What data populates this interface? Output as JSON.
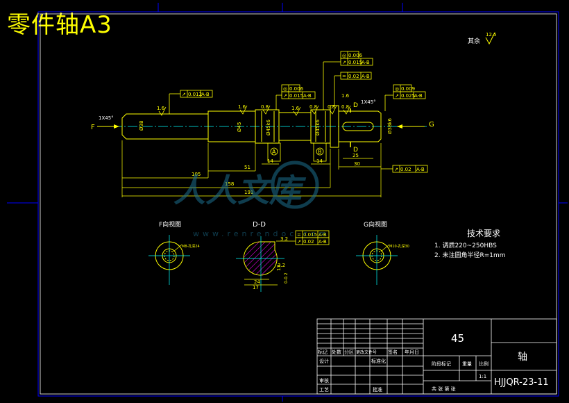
{
  "title": "零件轴A3",
  "rough_rest": {
    "label": "其余",
    "value": "12.5"
  },
  "views": {
    "f_view": "F向视图",
    "section_dd": "D-D",
    "g_view": "G向视图"
  },
  "markers": {
    "F": "F",
    "G": "G",
    "D": "D",
    "A": "A",
    "B": "B"
  },
  "chamfers": {
    "left": "1X45°",
    "right": "1X45°"
  },
  "roughness": [
    "1.6",
    "1.6",
    "0.8",
    "1.6",
    "0.8",
    "0.8",
    "1.6",
    "0.8",
    "3.2",
    "3.2"
  ],
  "tolerances": {
    "t1": {
      "sym": "↗",
      "val": "0.012",
      "ref": "A-B"
    },
    "t2": {
      "sym": "◎",
      "val": "0.006",
      "ref": ""
    },
    "t3": {
      "sym": "↗",
      "val": "0.015",
      "ref": "A-B"
    },
    "t4": {
      "sym": "=",
      "val": "0.02",
      "ref": "A-B"
    },
    "t5": {
      "sym": "◎",
      "val": "0.006",
      "ref": ""
    },
    "t6": {
      "sym": "↗",
      "val": "0.015",
      "ref": "A-B"
    },
    "t7": {
      "sym": "◎",
      "val": "0.009",
      "ref": ""
    },
    "t8": {
      "sym": "↗",
      "val": "0.025",
      "ref": "A-B"
    },
    "t9": {
      "sym": "↗",
      "val": "0.02",
      "ref": "A-B"
    },
    "t10": {
      "sym": "=",
      "val": "0.015",
      "ref": "A-B"
    },
    "t11": {
      "sym": "↗",
      "val": "0.02",
      "ref": "A-B"
    }
  },
  "diameters": {
    "d1": "Ø38",
    "d2": "Ø45",
    "d3": "Ø45k6",
    "d4": "Ø45k6",
    "d5": "Ø38k6"
  },
  "dimensions": {
    "d105": "105",
    "d51": "51",
    "d158": "158",
    "d191": "191",
    "d14a": "14",
    "d14b": "14",
    "d30": "30",
    "d25": "25",
    "s24": "24",
    "s17": "17",
    "s13": "13",
    "s02": "0-0.2"
  },
  "hole_notes": {
    "f": "M8-孔深24",
    "g": "M10-孔深30"
  },
  "tech": {
    "heading": "技术要求",
    "items": [
      "1. 调质220~250HBS",
      "2. 未注圆角半径R=1mm"
    ]
  },
  "title_block": {
    "material": "45",
    "part": "轴",
    "drawing_no": "HJJQR-23-11",
    "scale": "1:1",
    "headers": [
      "标记",
      "处数",
      "分区",
      "更改文件号",
      "签名",
      "年月日"
    ],
    "roles": [
      "设计",
      "标准化",
      "审核",
      "工艺",
      "批准"
    ],
    "stage_label": "阶段标记",
    "weight_label": "重量",
    "scale_label": "比例",
    "sheets": "共  张  第  张"
  },
  "watermark": {
    "main": "人人文库",
    "url": "www.renrendoc.com"
  },
  "colors": {
    "drawing": "#ffff00",
    "center": "#00ffff",
    "frame": "#ffffff",
    "border": "#0000ff",
    "alt": "#ff00ff"
  }
}
